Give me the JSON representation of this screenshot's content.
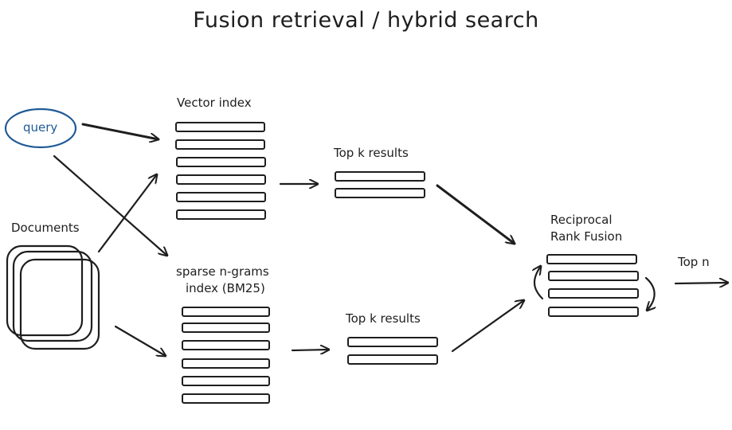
{
  "title": "Fusion retrieval / hybrid search",
  "nodes": {
    "query": "query",
    "documents": "Documents",
    "vector_index": "Vector index",
    "sparse_index_line1": "sparse n-grams",
    "sparse_index_line2": "index (BM25)",
    "top_k_vector": "Top k results",
    "top_k_sparse": "Top k results",
    "rrf_line1": "Reciprocal",
    "rrf_line2": "Rank Fusion",
    "top_n": "Top n"
  },
  "colors": {
    "ink": "#1e1e1e",
    "query_stroke": "#1f5a96",
    "background": "#ffffff"
  }
}
